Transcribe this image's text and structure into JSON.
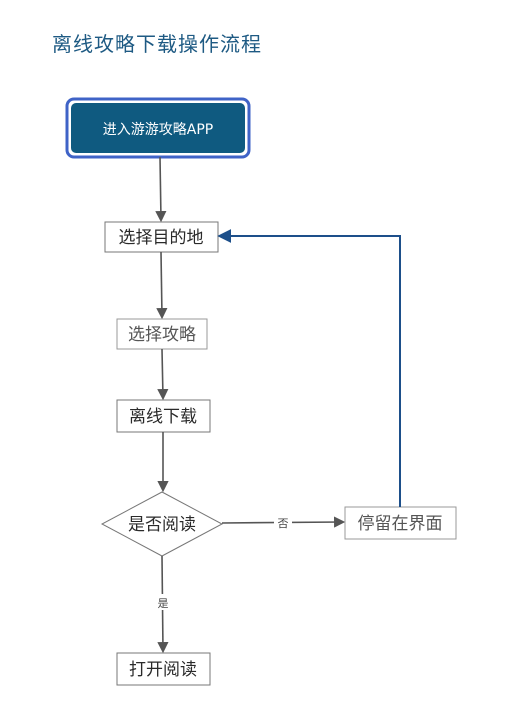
{
  "title": "离线攻略下载操作流程",
  "nodes": {
    "start": "进入游游攻略APP",
    "select_destination": "选择目的地",
    "select_guide": "选择攻略",
    "offline_download": "离线下载",
    "decision_read": "是否阅读",
    "stay_interface": "停留在界面",
    "open_read": "打开阅读"
  },
  "edges": {
    "no_label": "否",
    "yes_label": "是"
  },
  "colors": {
    "title": "#1e5a83",
    "start_fill": "#0f5a80",
    "start_border": "#3f63c7",
    "loop_arrow": "#1d4f8a",
    "arrow": "#555555"
  }
}
